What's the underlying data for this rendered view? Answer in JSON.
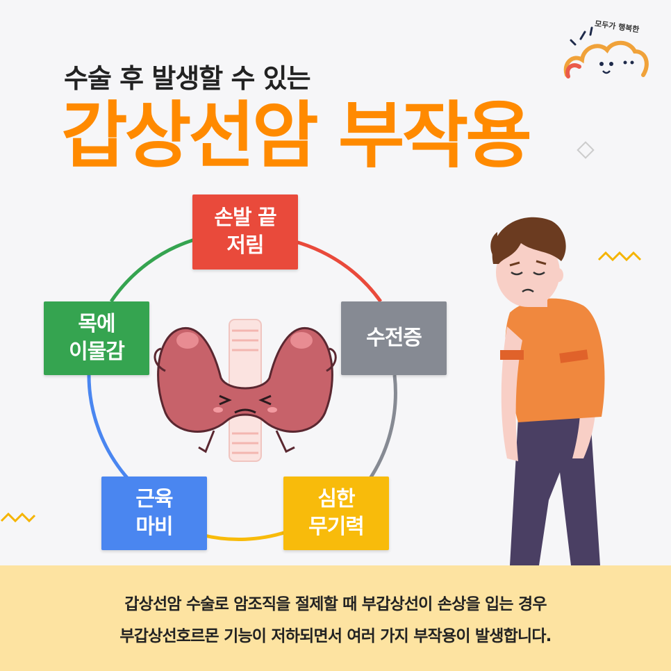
{
  "header": {
    "subtitle": "수술 후 발생할 수 있는",
    "title": "갑상선암 부작용",
    "logo_text": "모두가 행복한"
  },
  "symptoms": [
    {
      "label": "손발 끝\n저림",
      "color": "#e94a3b"
    },
    {
      "label": "수전증",
      "color": "#868a93"
    },
    {
      "label": "심한\n무기력",
      "color": "#f8bb0b"
    },
    {
      "label": "근육\n마비",
      "color": "#4a86f0"
    },
    {
      "label": "목에\n이물감",
      "color": "#35a450"
    }
  ],
  "illustrations": [
    "thyroid-character",
    "tired-man"
  ],
  "footer": {
    "line1": "갑상선암 수술로 암조직을 절제할 때 부갑상선이 손상을 입는 경우",
    "line2": "부갑상선호르몬 기능이 저하되면서 여러 가지 부작용이 발생합니다."
  },
  "colors": {
    "accent": "#ff8a00",
    "footer_bg": "#fde3a1"
  }
}
